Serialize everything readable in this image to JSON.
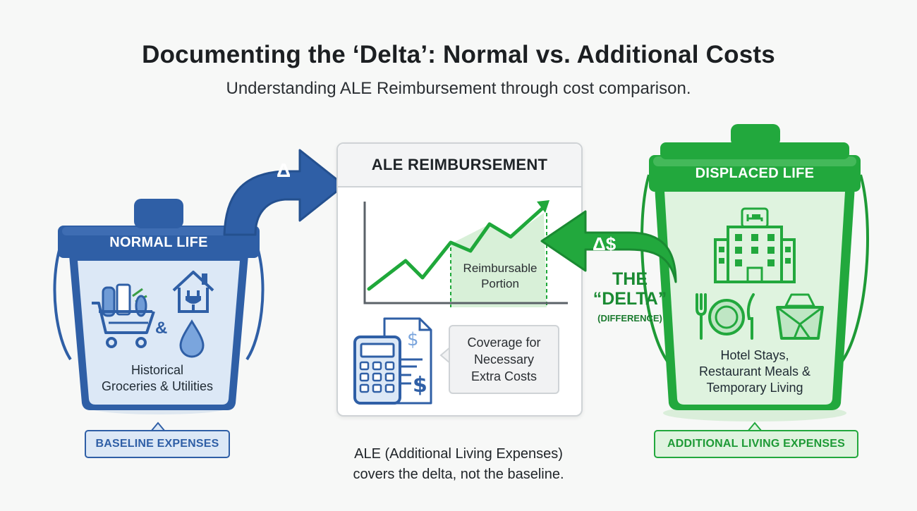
{
  "header": {
    "title": "Documenting the ‘Delta’: Normal vs. Additional Costs",
    "subtitle": "Understanding ALE Reimbursement through cost comparison."
  },
  "left_bucket": {
    "label": "NORMAL LIFE",
    "ampersand": "&",
    "text_line1": "Historical",
    "text_line2": "Groceries & Utilities",
    "tag": "BASELINE EXPENSES",
    "arrow_symbol": "Δ"
  },
  "center_panel": {
    "title": "ALE REIMBURSEMENT",
    "chart_label_line1": "Reimbursable",
    "chart_label_line2": "Portion",
    "callout_line1": "Coverage for",
    "callout_line2": "Necessary",
    "callout_line3": "Extra Costs",
    "footnote_line1": "ALE (Additional Living Expenses)",
    "footnote_line2": "covers the delta, not the baseline."
  },
  "right_bucket": {
    "label": "DISPLACED LIFE",
    "text_line1": "Hotel Stays,",
    "text_line2": "Restaurant Meals &",
    "text_line3": "Temporary Living",
    "tag": "ADDITIONAL LIVING EXPENSES",
    "arrow_symbol": "Δ$"
  },
  "delta_label": {
    "line1": "THE",
    "line2": "“DELTA”",
    "line3": "(DIFFERENCE)"
  },
  "colors": {
    "blue_dark": "#2f5fa6",
    "blue_light": "#dce8f6",
    "green_dark": "#22a83d",
    "green_light": "#dff3df",
    "chart_line": "#1fa83a"
  }
}
